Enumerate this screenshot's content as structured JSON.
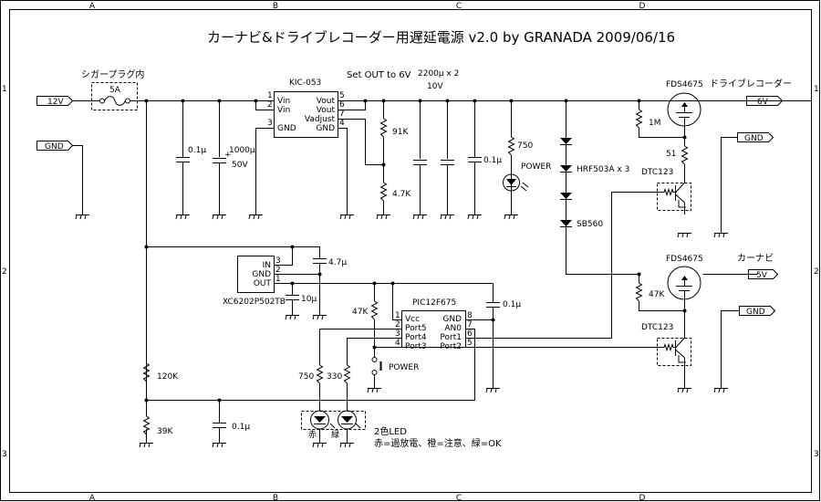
{
  "title": "カーナビ&ドライブレコーダー用遅延電源 v2.0 by GRANADA 2009/06/16",
  "frame": {
    "columns": [
      "A",
      "B",
      "C",
      "D"
    ],
    "rows": [
      "1",
      "2",
      "3"
    ]
  },
  "ports": {
    "in_12v": "12V",
    "in_gnd": "GND",
    "out_6v": "6V",
    "out_6v_gnd": "GND",
    "out_5v": "5V",
    "out_5v_gnd": "GND"
  },
  "fuse": {
    "location": "シガープラグ内",
    "rating": "5A"
  },
  "input_caps": {
    "c1": "0.1μ",
    "c2_value": "1000μ",
    "c2_voltage": "50V"
  },
  "kic053": {
    "name": "KIC-053",
    "pins_left": [
      {
        "num": "1",
        "label": "Vin"
      },
      {
        "num": "2",
        "label": "Vin"
      },
      {
        "num": "3",
        "label": "GND"
      }
    ],
    "pins_right": [
      {
        "num": "5",
        "label": "Vout"
      },
      {
        "num": "6",
        "label": "Vout"
      },
      {
        "num": "7",
        "label": "Vadjust"
      },
      {
        "num": "4",
        "label": "GND"
      }
    ],
    "note": "Set OUT to 6V",
    "r_top": "91K",
    "r_bottom": "4.7K"
  },
  "output_caps": {
    "bulk": "2200μ x 2",
    "bulk_voltage": "10V",
    "c": "0.1μ"
  },
  "power_led": {
    "resistor": "750",
    "label": "POWER"
  },
  "diodes": {
    "chain": "HRF503A x 3",
    "last": "SB560"
  },
  "fet_top": {
    "part": "FDS4675",
    "load": "ドライブレコーダー",
    "r_gate": "1M",
    "r_base": "51",
    "transistor": "DTC123"
  },
  "fet_bottom": {
    "part": "FDS4675",
    "load": "カーナビ",
    "r_gate": "47K",
    "transistor": "DTC123"
  },
  "xc6202": {
    "name": "XC6202P502TB",
    "pins": [
      {
        "num": "3",
        "label": "IN"
      },
      {
        "num": "2",
        "label": "GND"
      },
      {
        "num": "1",
        "label": "OUT"
      }
    ],
    "c_in": "4.7μ",
    "c_out": "10μ"
  },
  "pic": {
    "name": "PIC12F675",
    "pins_left": [
      {
        "num": "1",
        "label": "Vcc"
      },
      {
        "num": "2",
        "label": "Port5"
      },
      {
        "num": "3",
        "label": "Port4"
      },
      {
        "num": "4",
        "label": "Port3"
      }
    ],
    "pins_right": [
      {
        "num": "8",
        "label": "GND"
      },
      {
        "num": "7",
        "label": "AN0"
      },
      {
        "num": "6",
        "label": "Port1"
      },
      {
        "num": "5",
        "label": "Port2"
      }
    ],
    "pullup": "47K",
    "decoupling": "0.1μ",
    "switch_label": "POWER"
  },
  "divider": {
    "r_top": "120K",
    "r_bottom": "39K",
    "c": "0.1μ"
  },
  "led_bicolor": {
    "r_red": "750",
    "r_green": "330",
    "red_label": "赤",
    "green_label": "緑",
    "title": "2色LED",
    "legend": "赤=過放電、橙=注意、緑=OK"
  }
}
